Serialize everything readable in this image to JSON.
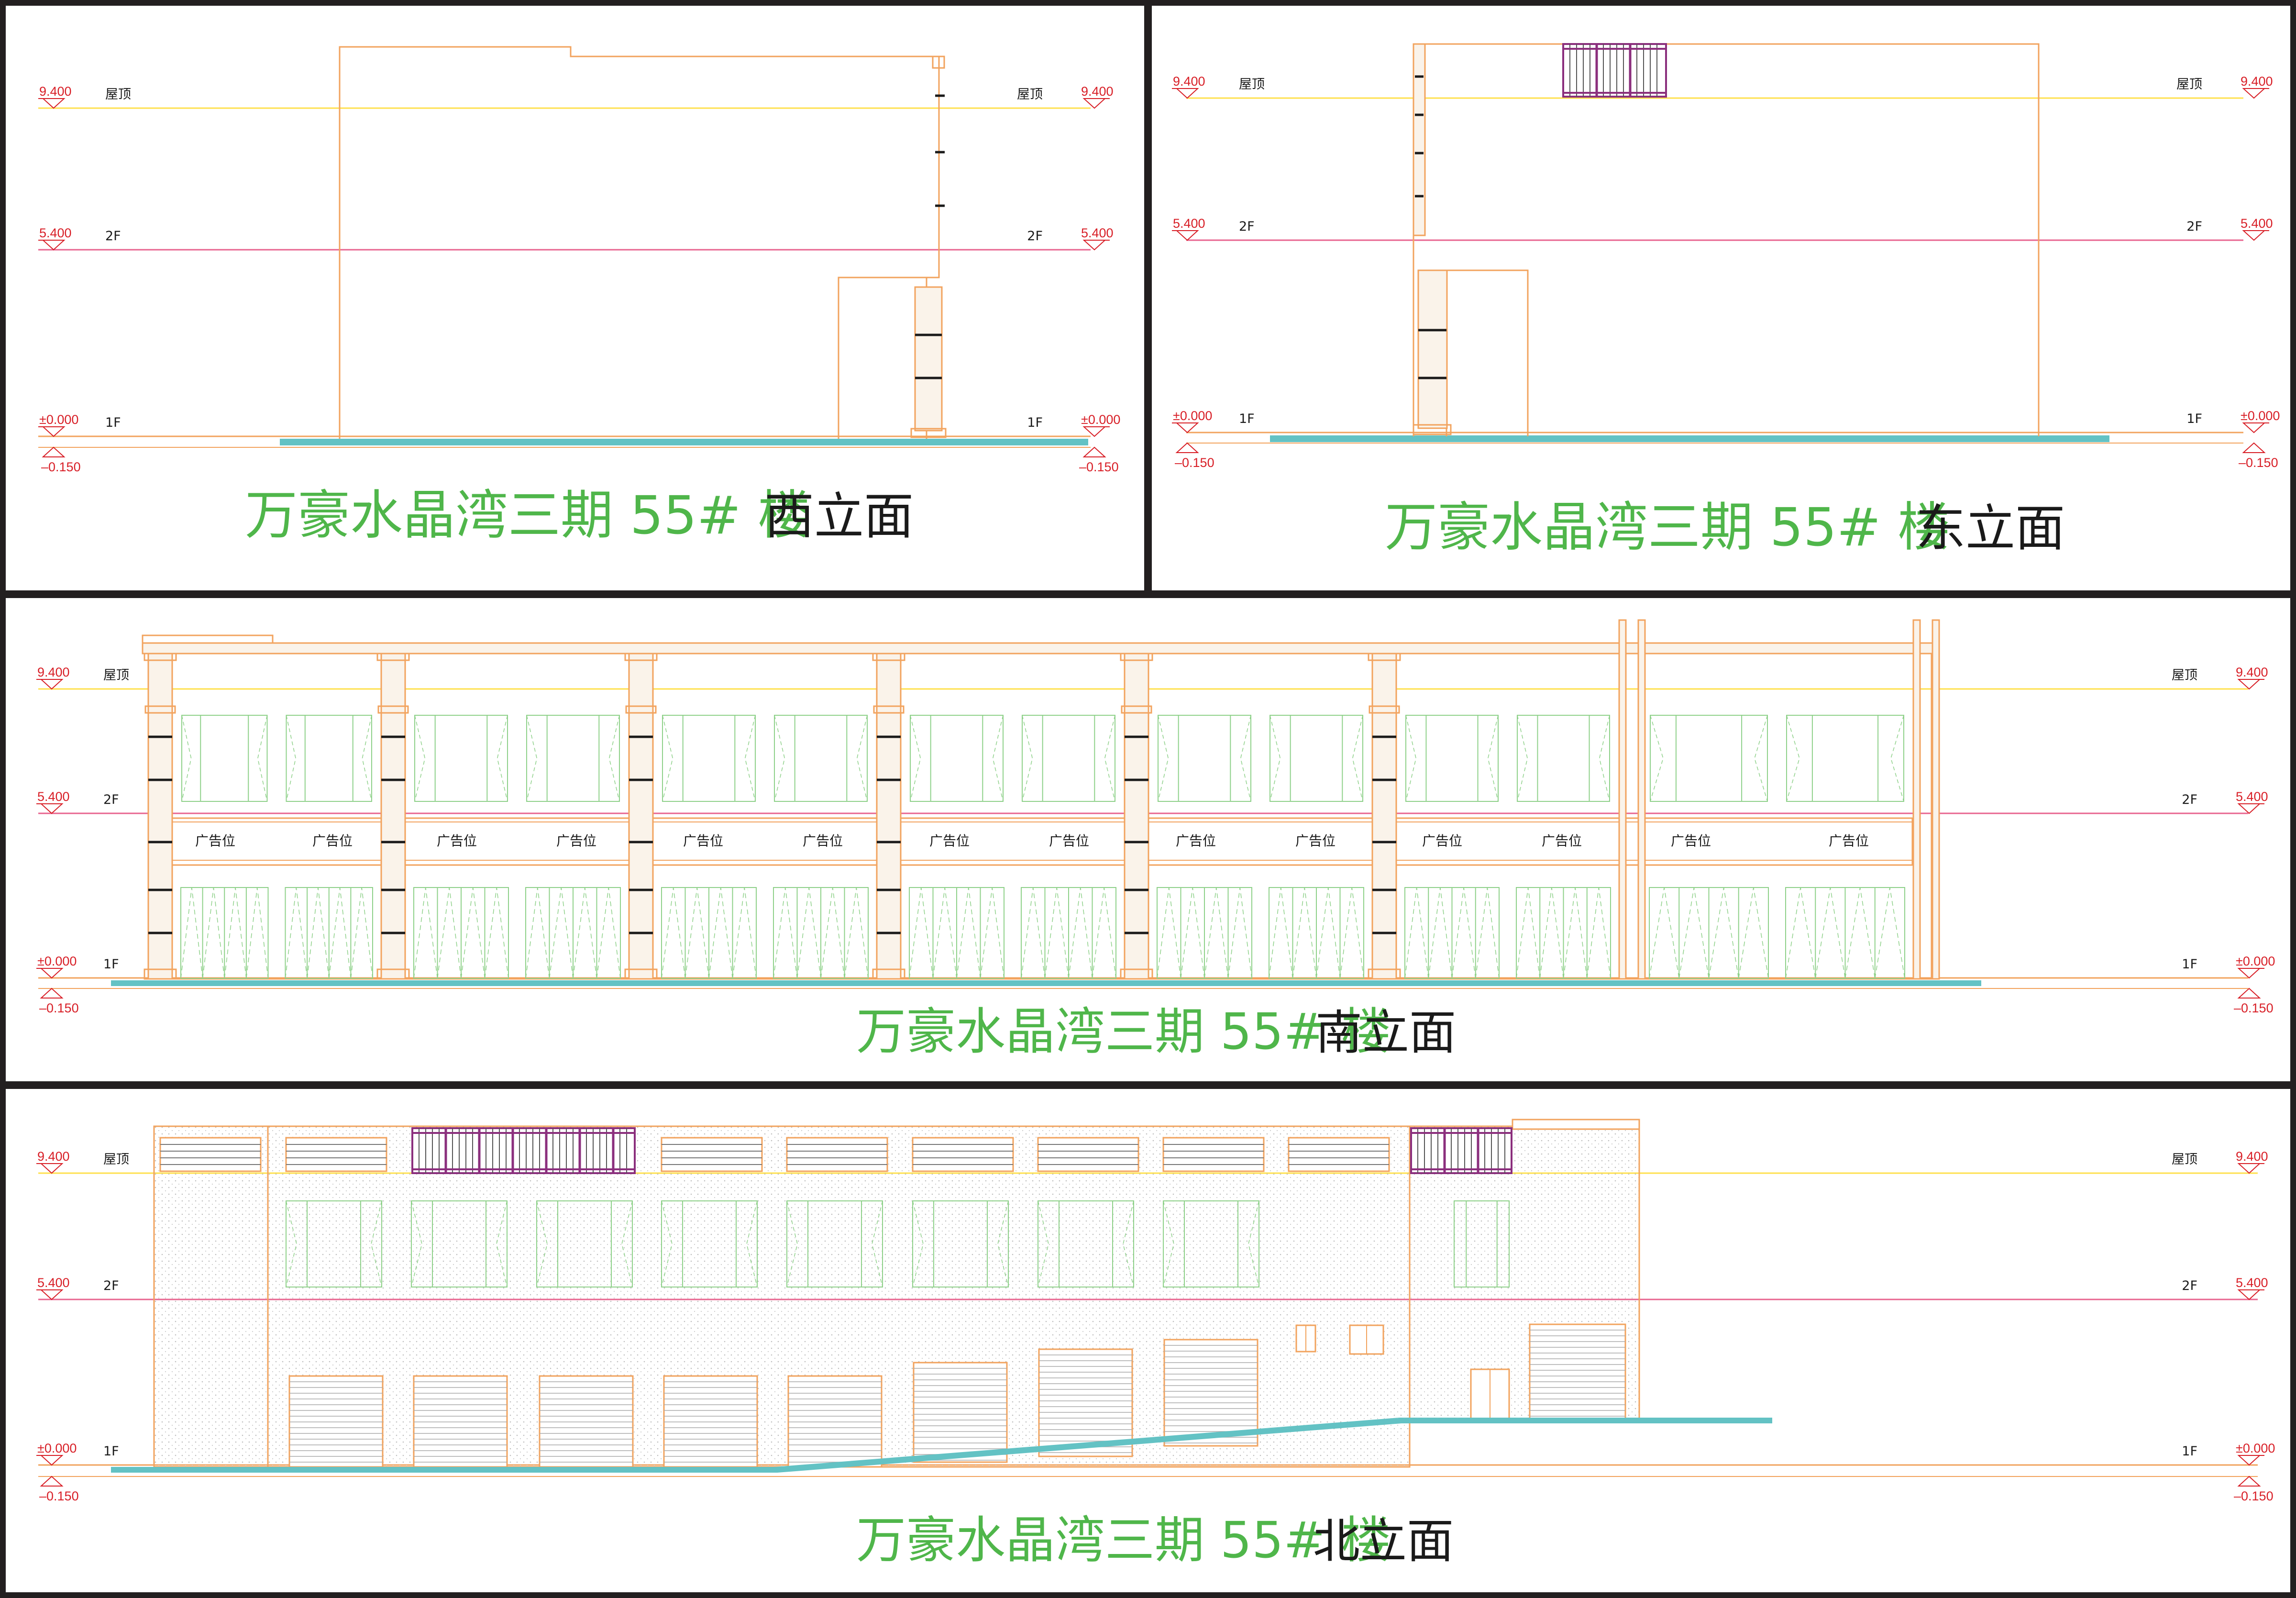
{
  "colors": {
    "frame": "#231f20",
    "paper": "#ffffff",
    "outline": "#f2a35e",
    "roof_line": "#ffe04d",
    "floor2_line": "#e8648f",
    "ground_line": "#f2a35e",
    "ground_strip": "#63c2c4",
    "window": "#8fd18a",
    "rail": "#8b2f7d",
    "level_text": "#d81e26",
    "title_green": "#4fb64a",
    "title_black": "#1a1a1a",
    "pattern_dot": "#bdbdbd"
  },
  "levels": {
    "roof": {
      "value": "9.400",
      "label": "屋顶"
    },
    "floor2": {
      "value": "5.400",
      "label": "2F"
    },
    "ground": {
      "value": "±0.000",
      "label": "1F"
    },
    "below": {
      "value": "–0.150"
    }
  },
  "panels": {
    "west": {
      "title_main": "万豪水晶湾三期 55# 楼",
      "title_view": "西立面"
    },
    "east": {
      "title_main": "万豪水晶湾三期 55# 楼",
      "title_view": "东立面"
    },
    "south": {
      "title_main": "万豪水晶湾三期 55# 楼",
      "title_view": "南立面",
      "ad_label": "广告位"
    },
    "north": {
      "title_main": "万豪水晶湾三期 55# 楼",
      "title_view": "北立面"
    }
  }
}
